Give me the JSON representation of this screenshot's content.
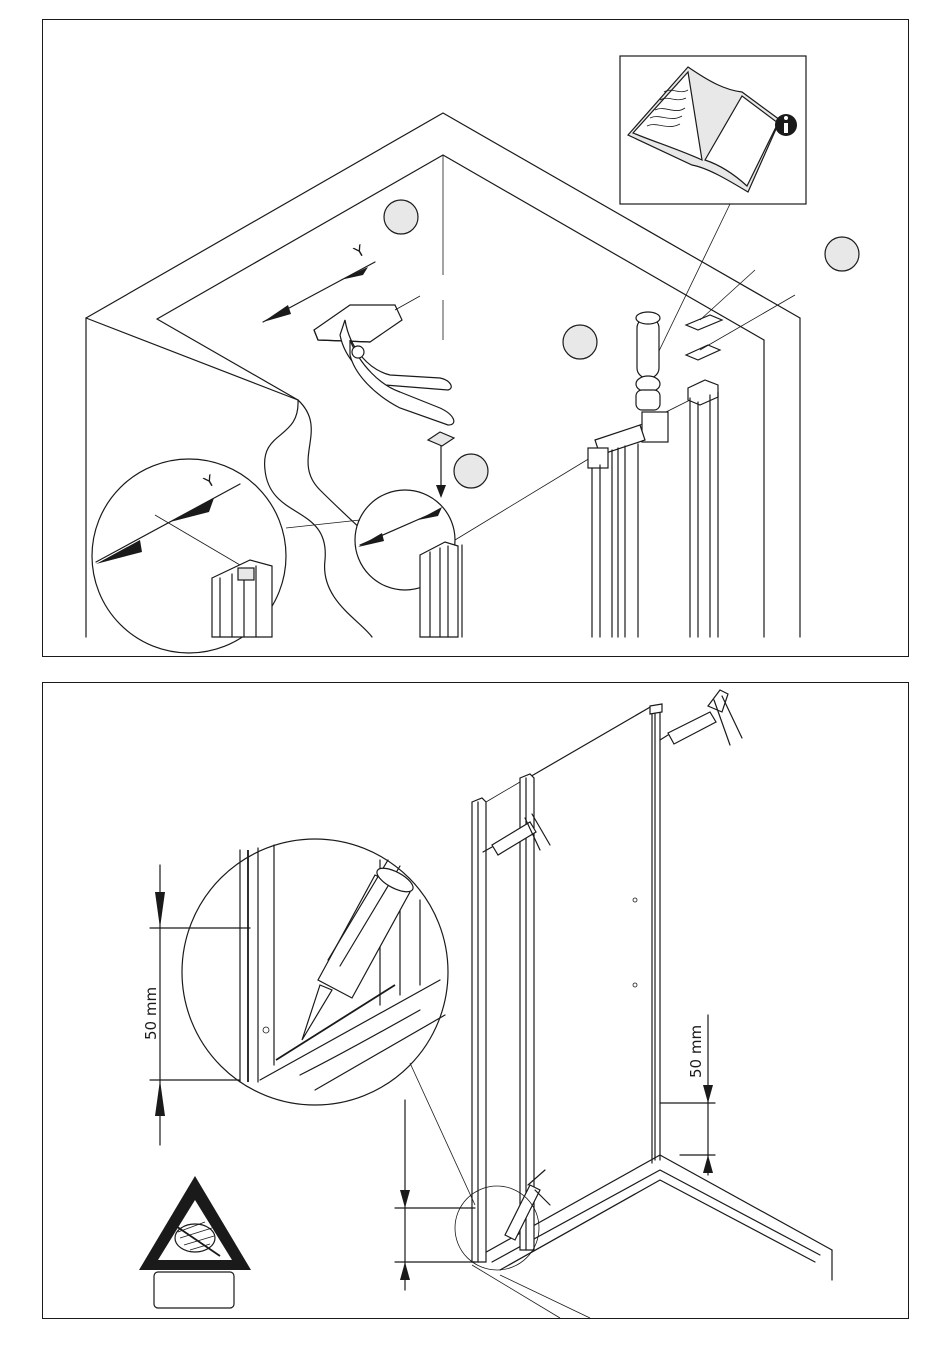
{
  "top_panel": {
    "dimension_label_upper": "Y",
    "dimension_label_lower": "Y"
  },
  "bottom_panel": {
    "dimension_left": "50 mm",
    "dimension_right": "50 mm"
  },
  "icons": {
    "manual": "manual-book-icon",
    "info": "info-icon",
    "warning": "warning-no-shower-icon"
  }
}
